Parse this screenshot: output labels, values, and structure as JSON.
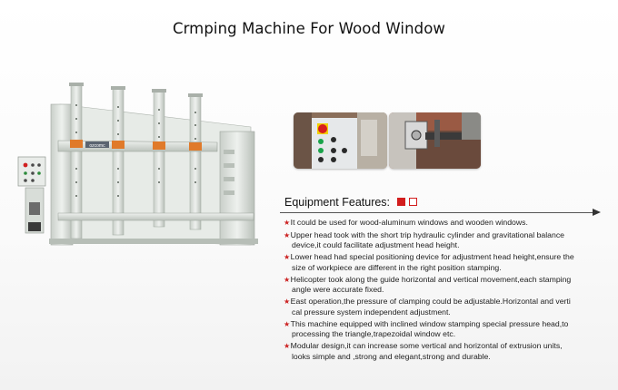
{
  "title": "Crmping Machine For Wood Window",
  "machine_brand": "ozcomc",
  "features_heading": "Equipment Features:",
  "features_bullet_icon": "star-icon",
  "accent_color": "#d21d1d",
  "features": [
    {
      "line1": "It could be used for wood-aluminum windows and wooden windows.",
      "line2": ""
    },
    {
      "line1": "Upper head took with the short trip hydraulic cylinder and gravitational balance",
      "line2": "device,it could facilitate adjustment head height."
    },
    {
      "line1": "Lower head had special positioning device for adjustment head height,ensure the",
      "line2": "size of workpiece are different in the right position stamping."
    },
    {
      "line1": "Helicopter took along the guide horizontal and vertical movement,each stamping",
      "line2": "angle were accurate fixed."
    },
    {
      "line1": "East operation,the pressure of clamping could be adjustable.Horizontal and verti",
      "line2": "cal pressure system independent adjustment."
    },
    {
      "line1": "This machine equipped with inclined window stamping special pressure head,to",
      "line2": "processing the triangle,trapezoidal window etc."
    },
    {
      "line1": "Modular design,it can increase some vertical and horizontal of extrusion units,",
      "line2": "looks simple and ,strong and elegant,strong and durable."
    }
  ]
}
